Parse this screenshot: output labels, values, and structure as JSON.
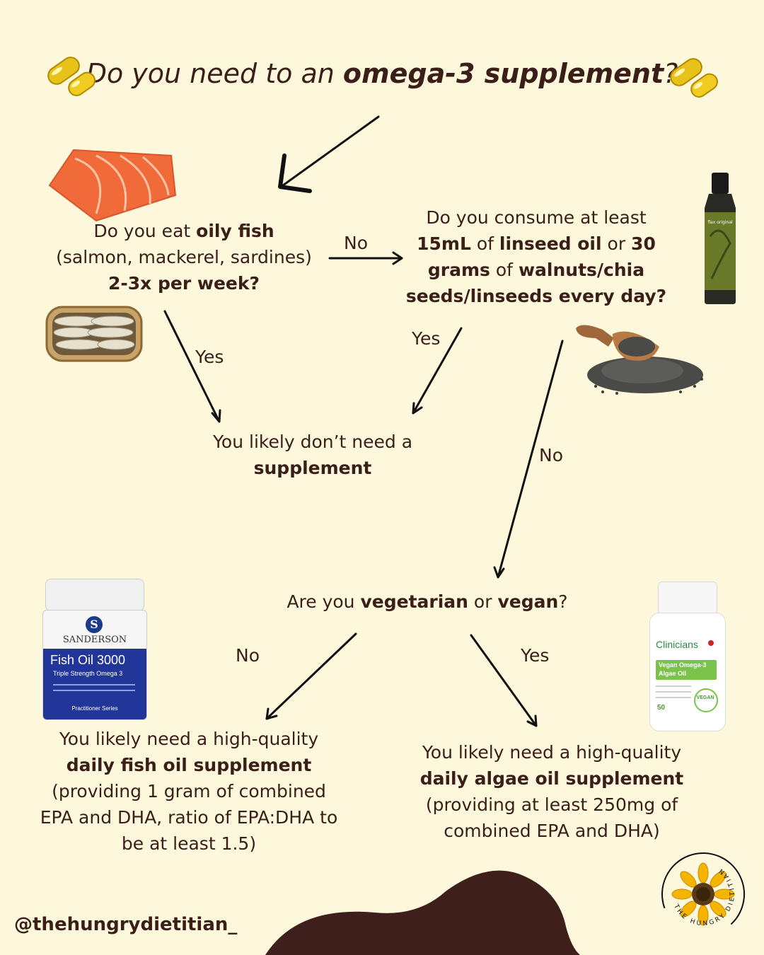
{
  "title": {
    "pre": "Do you need to an ",
    "bold": "omega-3 supplement",
    "post": "?"
  },
  "q1": {
    "line1_pre": "Do you eat ",
    "line1_bold": "oily fish",
    "line2": "(salmon, mackerel, sardines)",
    "line3_bold": "2-3x per week?"
  },
  "q2": {
    "line1": "Do you consume at least",
    "l2_b1": "15mL",
    "l2_t1": " of ",
    "l2_b2": "linseed oil",
    "l2_t2": " or ",
    "l2_b3": "30",
    "l3_b1": "grams",
    "l3_t1": " of ",
    "l3_b2": "walnuts/chia",
    "l4_b1": "seeds/linseeds every day?"
  },
  "result_none": {
    "line1": "You likely don’t need a",
    "line2_bold": "supplement"
  },
  "q3": {
    "pre": "Are you ",
    "b1": "vegetarian",
    "mid": " or ",
    "b2": "vegan",
    "post": "?"
  },
  "result_fish": {
    "line1": "You likely need a high-quality",
    "line2_bold": "daily fish oil supplement",
    "line3": "(providing 1 gram of combined",
    "line4": "EPA and DHA, ratio of EPA:DHA to",
    "line5": "be at least 1.5)"
  },
  "result_algae": {
    "line1": "You likely need a high-quality",
    "line2_bold": "daily algae oil supplement",
    "line3": "(providing at least 250mg of",
    "line4": "combined EPA and DHA)"
  },
  "labels": {
    "no1": "No",
    "yes1": "Yes",
    "yes2": "Yes",
    "no2": "No",
    "no3": "No",
    "yes3": "Yes"
  },
  "products": {
    "sanderson_brand": "SANDERSON",
    "sanderson_name": "Fish Oil 3000",
    "sanderson_sub": "Triple Strength Omega 3",
    "sanderson_series": "Practitioner Series",
    "clinicians_brand": "Clinicians",
    "clinicians_name1": "Vegan Omega-3",
    "clinicians_name2": "Algae Oil",
    "clinicians_badge": "VEGAN",
    "clinicians_count": "50",
    "flax_label": "flax original"
  },
  "handle": "@thehungrydietitian_",
  "logo_text": "THE HUNGRY DIETITIAN",
  "colors": {
    "background": "#fdf7dc",
    "text": "#3a1e18",
    "blob": "#3f1f1c"
  }
}
